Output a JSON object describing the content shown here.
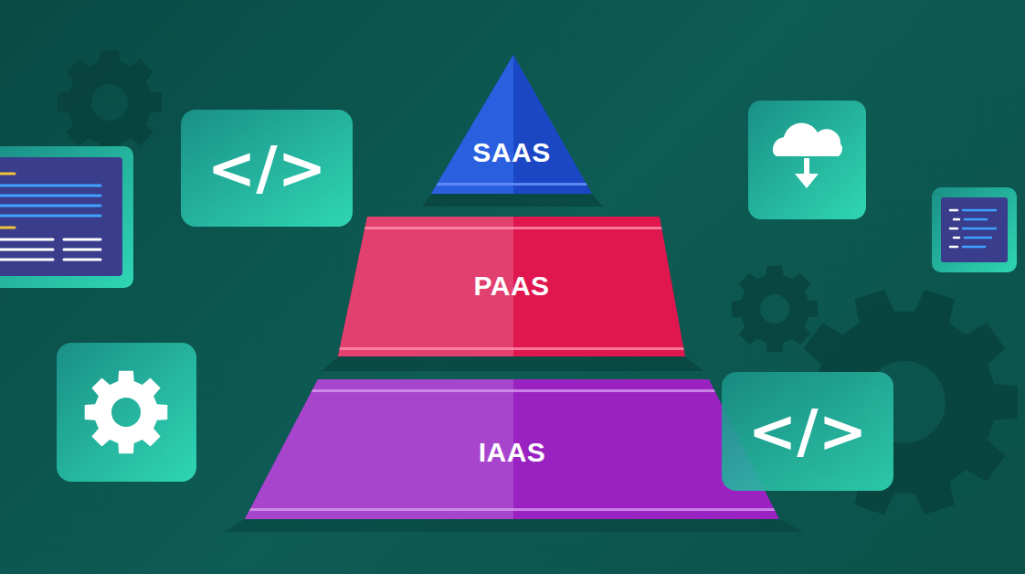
{
  "diagram": {
    "nodes": [
      {
        "text": [
          "SAAS"
        ]
      },
      {
        "text": [
          "PAAS"
        ]
      },
      {
        "text": [
          "IAAS"
        ]
      }
    ],
    "labels": [
      "</>",
      "</>"
    ]
  }
}
